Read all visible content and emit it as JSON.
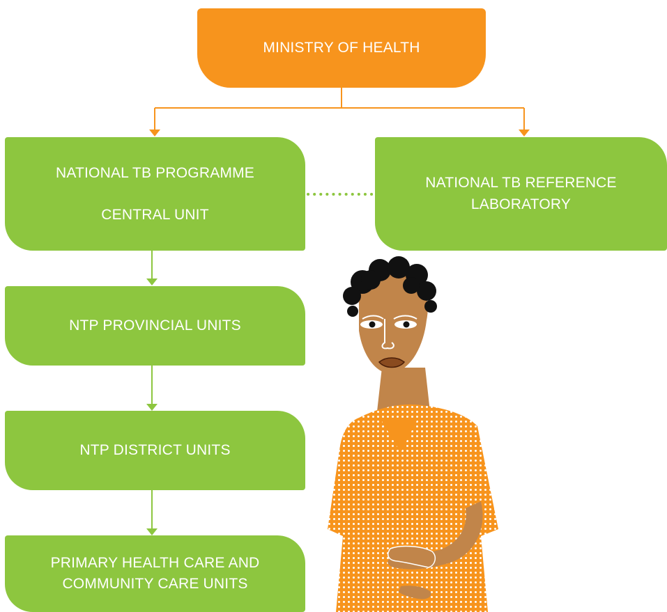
{
  "boxes": {
    "ministry": {
      "line1": "MINISTRY OF HEALTH"
    },
    "ntp_central": {
      "line1": "NATIONAL TB PROGRAMME",
      "line2": "CENTRAL UNIT"
    },
    "reference_lab": {
      "line1": "NATIONAL TB REFERENCE",
      "line2": "LABORATORY"
    },
    "provincial": {
      "line1": "NTP PROVINCIAL UNITS"
    },
    "district": {
      "line1": "NTP DISTRICT UNITS"
    },
    "phc": {
      "line1": "PRIMARY HEALTH CARE AND",
      "line2": "COMMUNITY CARE UNITS"
    }
  },
  "colors": {
    "orange": "#f7941d",
    "green": "#8dc63f",
    "skin": "#c1854a",
    "hair": "#111111"
  },
  "icons": {
    "illustration": "health-worker-illustration"
  }
}
